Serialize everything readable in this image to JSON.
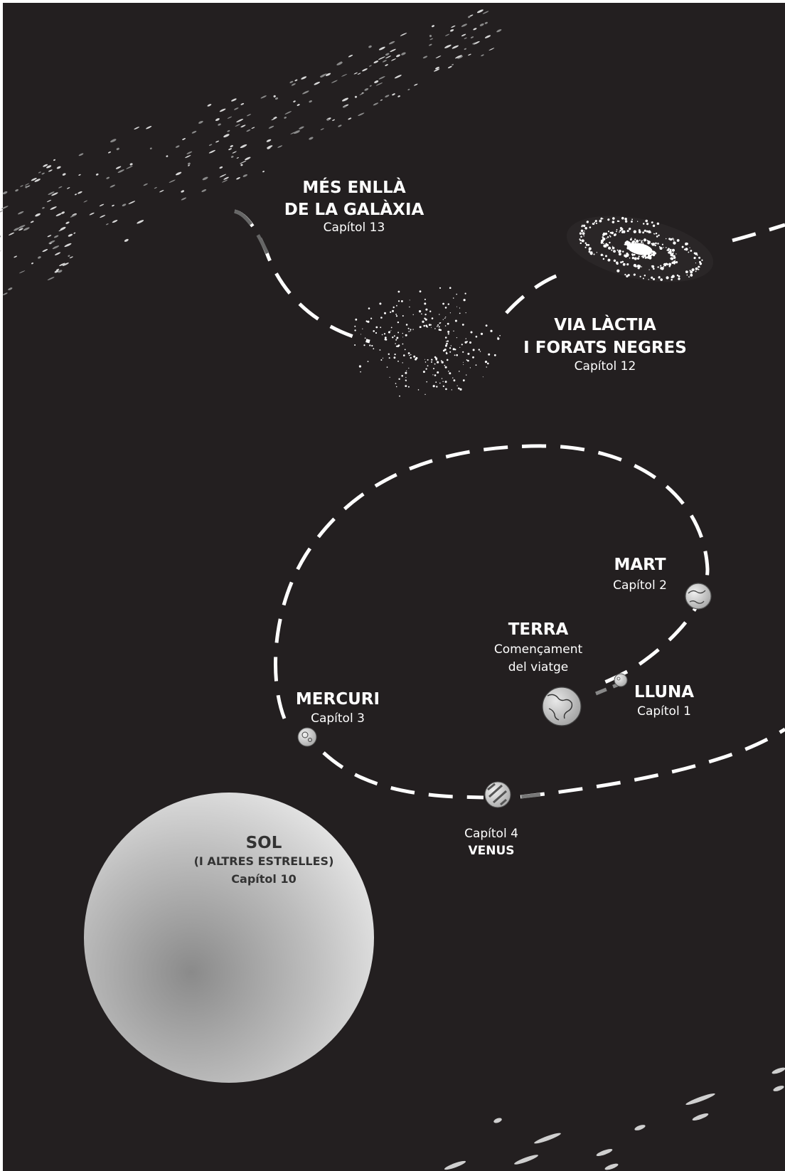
{
  "labels": {
    "beyond_title_1": "MÉS ENLLÀ",
    "beyond_title_2": "DE LA GALÀXIA",
    "beyond_chapter": "Capítol 13",
    "milkyway_title_1": "VIA LÀCTIA",
    "milkyway_title_2": "I FORATS NEGRES",
    "milkyway_chapter": "Capítol 12",
    "mars_title": "MART",
    "mars_chapter": "Capítol 2",
    "earth_title": "TERRA",
    "earth_sub_1": "Començament",
    "earth_sub_2": "del viatge",
    "moon_title": "LLUNA",
    "moon_chapter": "Capítol 1",
    "mercury_title": "MERCURI",
    "mercury_chapter": "Capítol 3",
    "venus_chapter": "Capítol 4",
    "venus_title": "VENUS",
    "sun_title": "SOL",
    "sun_sub": "(I ALTRES ESTRELLES)",
    "sun_chapter": "Capítol 10"
  },
  "colors": {
    "background": "#231f20",
    "path": "#ffffff",
    "label": "#ffffff",
    "sun_light": "#e6e6e6",
    "sun_dark": "#8c8c8c"
  }
}
